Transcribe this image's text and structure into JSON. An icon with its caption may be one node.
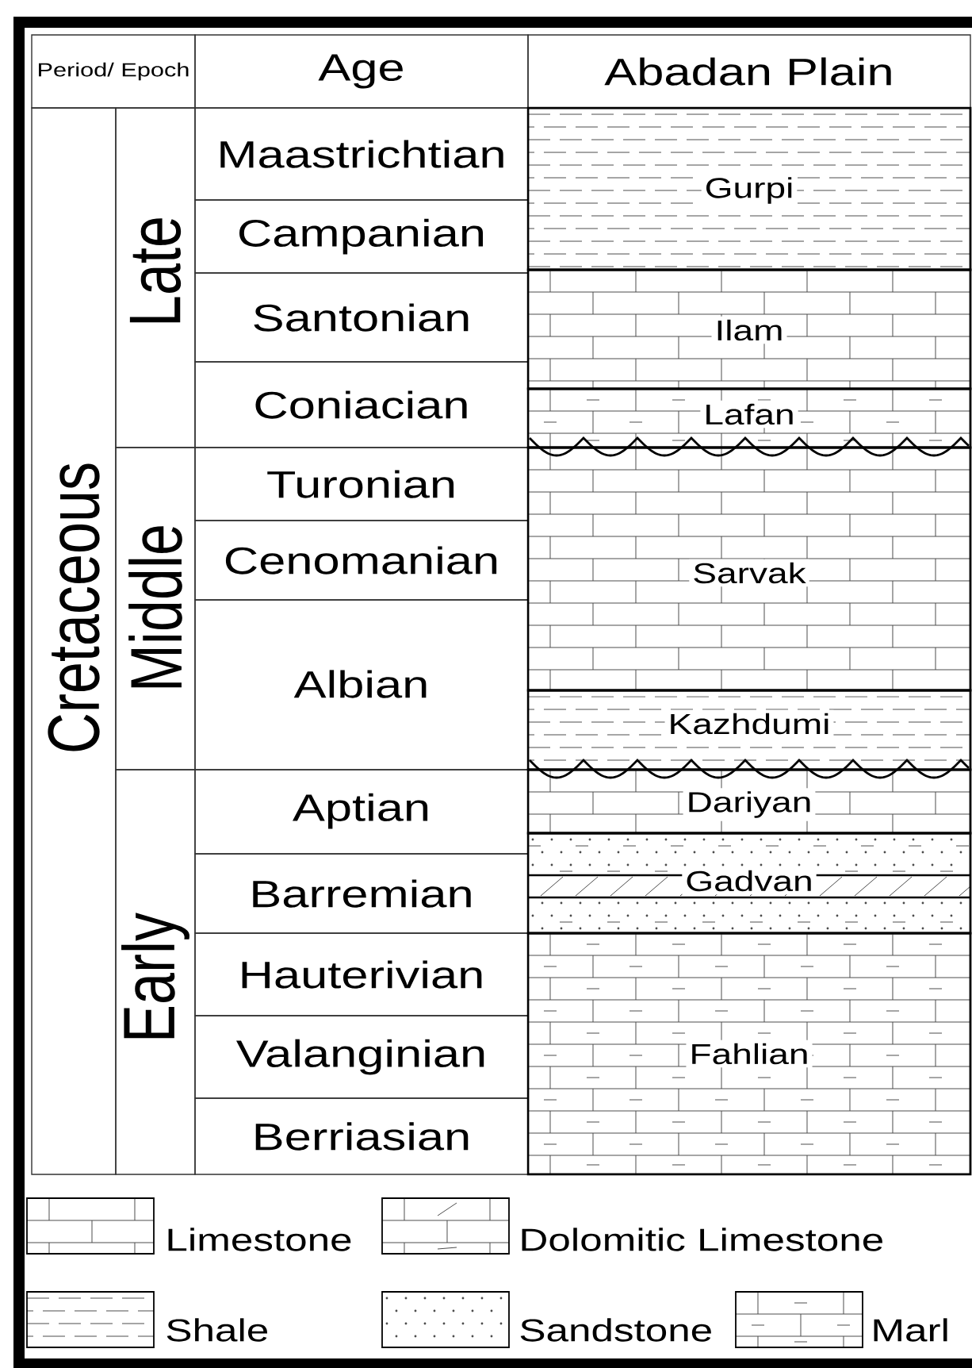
{
  "diagram": {
    "nodes": [
      {
        "text": [
          "Period/ Epoch"
        ]
      },
      {
        "text": [
          "Age"
        ]
      },
      {
        "text": [
          "Abadan Plain"
        ]
      },
      {
        "text": [
          "Cretaceous"
        ]
      },
      {
        "text": [
          "Late"
        ]
      },
      {
        "text": [
          "Maastrichtian"
        ]
      },
      {
        "text": [
          "Campanian"
        ]
      },
      {
        "text": [
          "Santonian"
        ]
      },
      {
        "text": [
          "Coniacian"
        ]
      },
      {
        "text": [
          "Middle"
        ]
      },
      {
        "text": [
          "Turonian"
        ]
      },
      {
        "text": [
          "Cenomanian"
        ]
      },
      {
        "text": [
          "Albian"
        ]
      },
      {
        "text": [
          "Early"
        ]
      },
      {
        "text": [
          "Aptian"
        ]
      },
      {
        "text": [
          "Barremian"
        ]
      },
      {
        "text": [
          "Hauterivian"
        ]
      },
      {
        "text": [
          "Valanginian"
        ]
      },
      {
        "text": [
          "Berriasian"
        ]
      },
      {
        "text": [
          "Gurpi"
        ]
      },
      {
        "text": [
          "Ilam"
        ]
      },
      {
        "text": [
          "Lafan"
        ]
      },
      {
        "text": [
          "Sarvak"
        ]
      },
      {
        "text": [
          "Kazhdumi"
        ]
      },
      {
        "text": [
          "Dariyan"
        ]
      },
      {
        "text": [
          "Gadvan"
        ]
      },
      {
        "text": [
          "Fahlian"
        ]
      }
    ],
    "edges": [],
    "legend": [
      {
        "text": "Limestone"
      },
      {
        "text": "Dolomitic Limestone"
      },
      {
        "text": "Shale"
      },
      {
        "text": "Sandstone"
      },
      {
        "text": "Marl"
      }
    ]
  }
}
